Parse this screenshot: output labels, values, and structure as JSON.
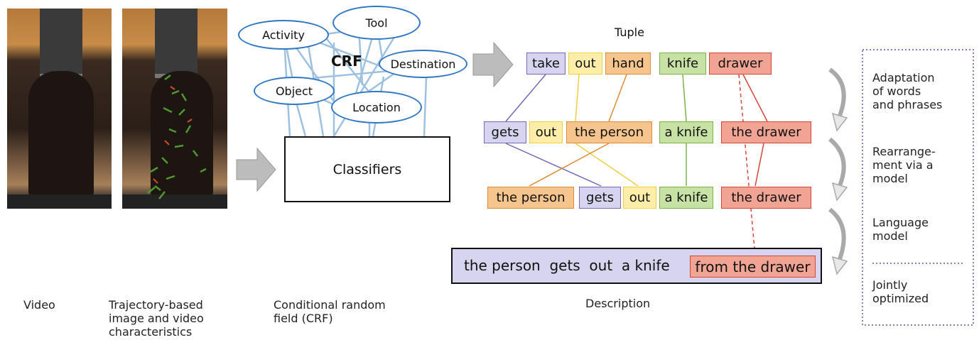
{
  "captions": {
    "video": "Video",
    "trajectory": "Trajectory-based image and video characteristics",
    "crf": "Conditional random field (CRF)",
    "tuple": "Tuple",
    "description": "Description"
  },
  "crf": {
    "title": "CRF",
    "nodes": {
      "activity": "Activity",
      "tool": "Tool",
      "destination": "Destination",
      "object": "Object",
      "location": "Location"
    },
    "classifiers": "Classifiers"
  },
  "tuple_row": [
    "take",
    "out",
    "hand",
    "knife",
    "drawer"
  ],
  "row2": [
    "gets",
    "out",
    "the person",
    "a knife",
    "the drawer"
  ],
  "row3": [
    "the person",
    "gets",
    "out",
    "a knife",
    "the drawer"
  ],
  "sentence": {
    "main": "the person  gets  out  a knife",
    "tail": "from the drawer"
  },
  "steps": {
    "adaptation": "Adaptation of words and phrases",
    "rearrangement": "Rearrange-ment via a model",
    "language_model": "Language model",
    "jointly": "Jointly optimized"
  },
  "colors": {
    "activity": "#7767b5",
    "tool": "#f2cf3e",
    "object": "#dd8c34",
    "location": "#7cb346",
    "destination": "#d3473a",
    "crf_node": "#2f77c3",
    "crf_edge": "#9fc1e0"
  }
}
